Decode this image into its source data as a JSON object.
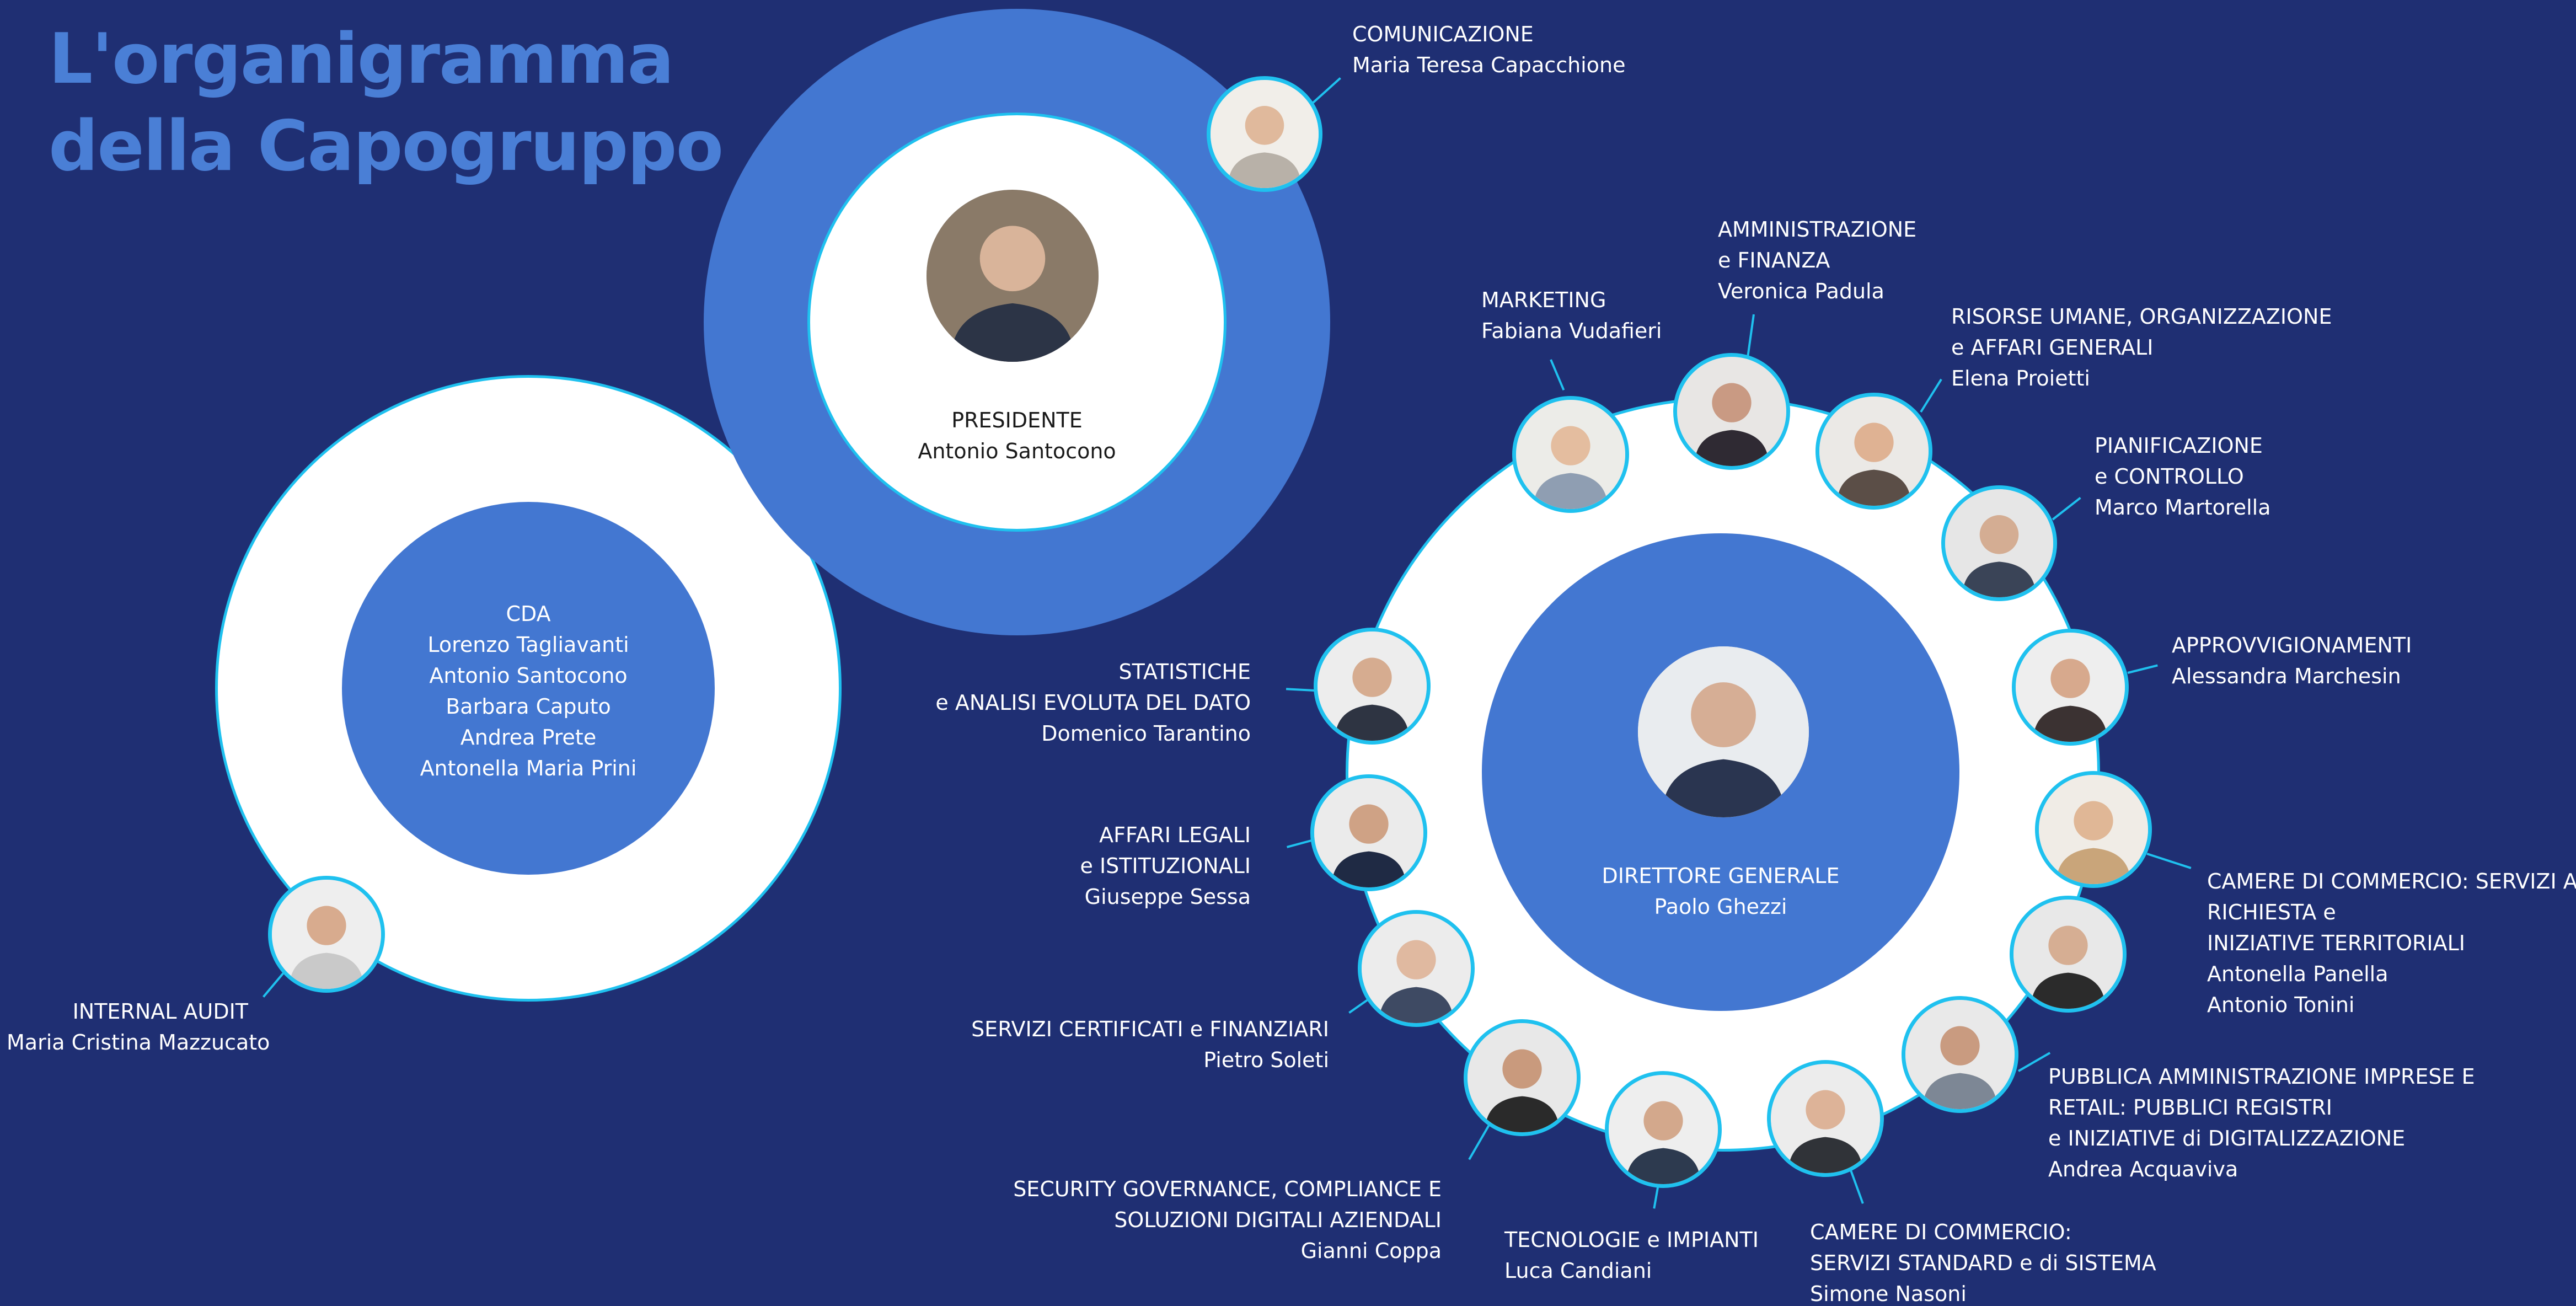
{
  "title": {
    "line1": "L'organigramma",
    "line2": "della Capogruppo"
  },
  "colors": {
    "background": "#1f2f73",
    "accent_blue": "#4377d1",
    "title_blue": "#4a7fd6",
    "outline_cyan": "#1fc1ef",
    "white": "#ffffff"
  },
  "presidente": {
    "role": "PRESIDENTE",
    "name": "Antonio Santocono"
  },
  "cda": {
    "role": "CDA",
    "members": [
      "Lorenzo Tagliavanti",
      "Antonio Santocono",
      "Barbara Caputo",
      "Andrea Prete",
      "Antonella Maria Prini"
    ]
  },
  "direttore": {
    "role": "DIRETTORE GENERALE",
    "name": "Paolo Ghezzi"
  },
  "internal_audit": {
    "role": "INTERNAL AUDIT",
    "name": "Maria Cristina Mazzucato"
  },
  "comunicazione": {
    "role": "COMUNICAZIONE",
    "name": "Maria Teresa Capacchione"
  },
  "units": {
    "marketing": {
      "line1": "MARKETING",
      "name": "Fabiana Vudafieri"
    },
    "amministrazione": {
      "line1": "AMMINISTRAZIONE",
      "line2": "e FINANZA",
      "name": "Veronica Padula"
    },
    "risorse_umane": {
      "line1": "RISORSE UMANE, ORGANIZZAZIONE",
      "line2": "e AFFARI GENERALI",
      "name": "Elena Proietti"
    },
    "pianificazione": {
      "line1": "PIANIFICAZIONE",
      "line2": "e CONTROLLO",
      "name": "Marco Martorella"
    },
    "approvvigionamenti": {
      "line1": "APPROVVIGIONAMENTI",
      "name": "Alessandra Marchesin"
    },
    "camere_servizi_richiesta": {
      "line1": "CAMERE DI COMMERCIO: SERVIZI A",
      "line2": "RICHIESTA e",
      "line3": "INIZIATIVE TERRITORIALI",
      "name": "Antonella Panella",
      "name2": "Antonio Tonini"
    },
    "pubblica_amministrazione": {
      "line1": "PUBBLICA AMMINISTRAZIONE IMPRESE E",
      "line2": "RETAIL: PUBBLICI REGISTRI",
      "line3": "e INIZIATIVE di DIGITALIZZAZIONE",
      "name": "Andrea Acquaviva"
    },
    "camere_servizi_standard": {
      "line1": "CAMERE DI COMMERCIO:",
      "line2": "SERVIZI STANDARD e di SISTEMA",
      "name": "Simone Nasoni"
    },
    "tecnologie": {
      "line1": "TECNOLOGIE e IMPIANTI",
      "name": "Luca Candiani"
    },
    "security": {
      "line1": "SECURITY GOVERNANCE, COMPLIANCE E",
      "line2": "SOLUZIONI DIGITALI AZIENDALI",
      "name": "Gianni Coppa"
    },
    "servizi_certificati": {
      "line1": "SERVIZI CERTIFICATI e FINANZIARI",
      "name": "Pietro Soleti"
    },
    "affari_legali": {
      "line1": "AFFARI LEGALI",
      "line2": "e ISTITUZIONALI",
      "name": "Giuseppe Sessa"
    },
    "statistiche": {
      "line1": "STATISTICHE",
      "line2": "e ANALISI EVOLUTA DEL DATO",
      "name": "Domenico Tarantino"
    }
  }
}
